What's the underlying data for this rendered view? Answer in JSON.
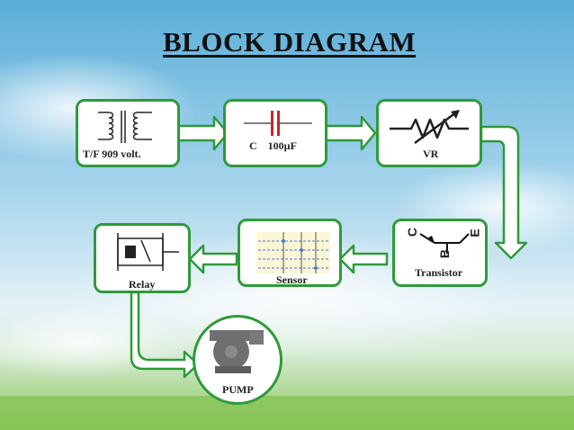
{
  "title": "BLOCK DIAGRAM",
  "blocks": {
    "transformer": "T/F 909 volt.",
    "capacitor": "C    100µF",
    "vr": "VR",
    "transistor": "Transistor",
    "sensor": "Sensor",
    "relay": "Relay",
    "pump": "PUMP"
  },
  "transistor_pins": {
    "c": "C",
    "b": "B",
    "e": "E"
  },
  "colors": {
    "block_border": "#2f9a3a",
    "arrow_fill": "#ffffff",
    "sky_top": "#5fb0d8",
    "grass": "#7fbf4a"
  }
}
